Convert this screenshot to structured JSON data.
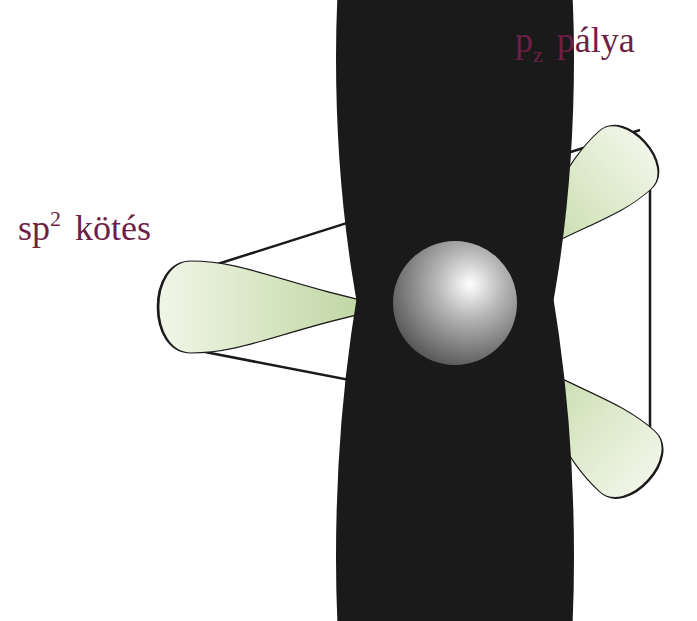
{
  "diagram": {
    "labels": [
      "p",
      "z",
      "pálya",
      "sp",
      "2",
      "kötés"
    ]
  }
}
